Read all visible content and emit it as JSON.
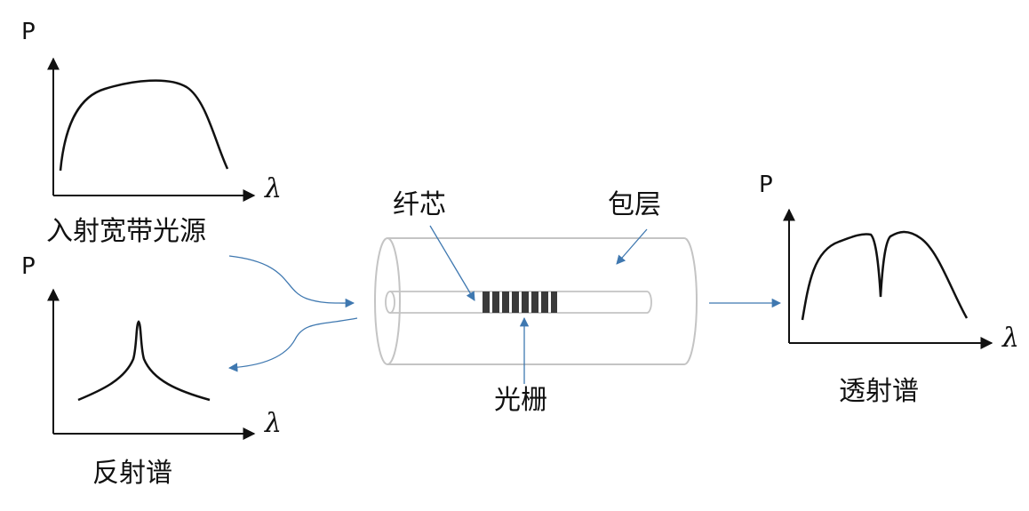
{
  "diagram": {
    "axis_p": "P",
    "axis_lambda": "λ",
    "source_label": "入射宽带光源",
    "reflection_label": "反射谱",
    "transmission_label": "透射谱",
    "core_label": "纤芯",
    "cladding_label": "包层",
    "grating_label": "光栅",
    "colors": {
      "arrow": "#3f78b0",
      "curve": "#111111",
      "fiber": "#c4c4c4",
      "grating": "#3a3a3a"
    }
  }
}
